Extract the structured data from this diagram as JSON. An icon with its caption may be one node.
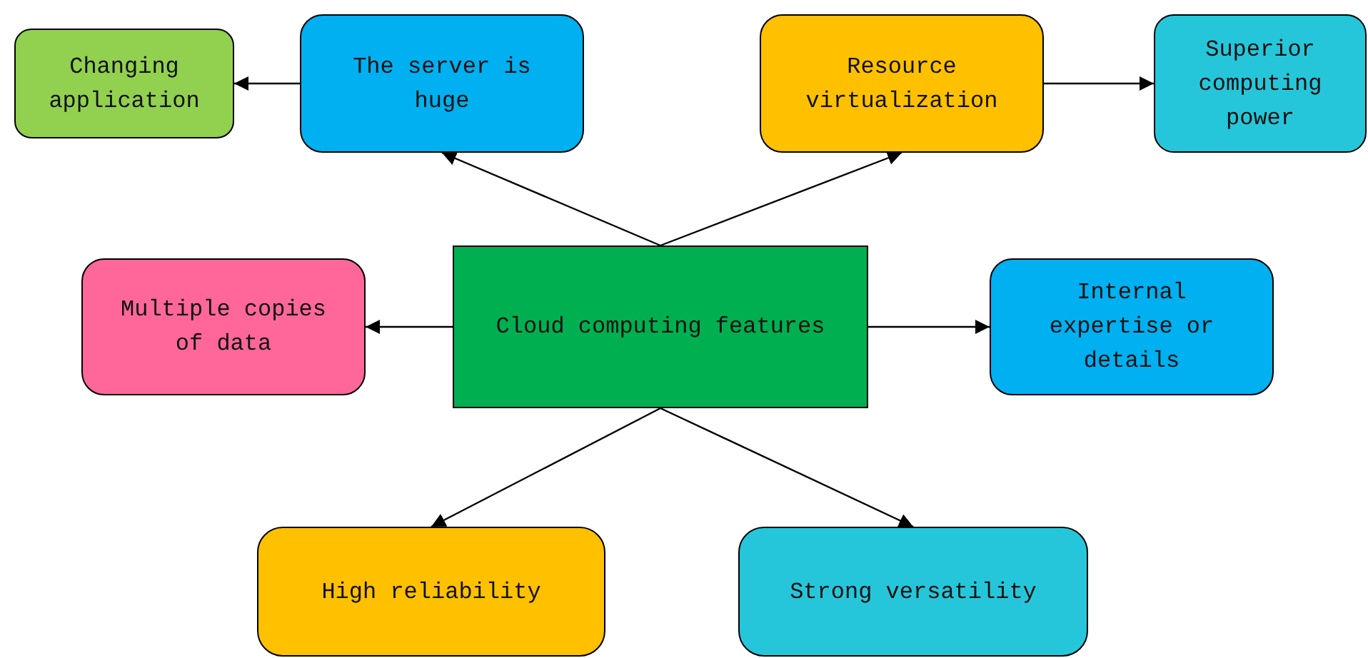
{
  "diagram": {
    "nodes": [
      {
        "text": [
          "Changing application"
        ]
      },
      {
        "text": [
          "The server is huge"
        ]
      },
      {
        "text": [
          "Resource virtualization"
        ]
      },
      {
        "text": [
          "Superior computing power"
        ]
      },
      {
        "text": [
          "Multiple copies of data"
        ]
      },
      {
        "text": [
          "Cloud computing features"
        ]
      },
      {
        "text": [
          "Internal expertise or details"
        ]
      },
      {
        "text": [
          "High reliability"
        ]
      },
      {
        "text": [
          "Strong versatility"
        ]
      }
    ],
    "edges": [
      {
        "from": 1,
        "to": 0,
        "arrow": "to"
      },
      {
        "from": 2,
        "to": 3,
        "arrow": "to"
      },
      {
        "from": 5,
        "to": 1,
        "arrow": "to"
      },
      {
        "from": 5,
        "to": 2,
        "arrow": "to"
      },
      {
        "from": 5,
        "to": 4,
        "arrow": "to"
      },
      {
        "from": 5,
        "to": 6,
        "arrow": "to"
      },
      {
        "from": 5,
        "to": 7,
        "arrow": "to"
      },
      {
        "from": 5,
        "to": 8,
        "arrow": "to"
      }
    ]
  }
}
